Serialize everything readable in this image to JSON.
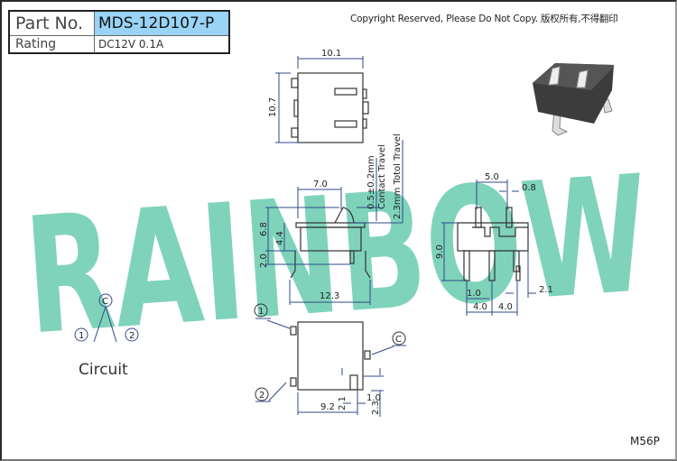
{
  "header": {
    "part_no_label": "Part No.",
    "part_no_value": "MDS-12D107-P",
    "rating_label": "Rating",
    "rating_value": "DC12V 0.1A",
    "copyright": "Copyright Reserved, Please Do Not Copy. 版权所有,不得翻印"
  },
  "watermark": "RAINBOW",
  "top_view": {
    "width": "10.1",
    "height": "10.7"
  },
  "side_view": {
    "actuator_width": "7.0",
    "height_total": "6.8",
    "height_body": "4.4",
    "leg_height": "2.0",
    "leg_span": "12.3",
    "contact_travel": "0.5±0.2mm",
    "contact_travel_label": "Contact Travel",
    "total_travel": "2.3mm Totol Travel"
  },
  "front_view": {
    "pitch_top": "5.0",
    "pin_width": "0.8",
    "height": "9.0",
    "pin_offset": "1.0",
    "pitch_left": "4.0",
    "pitch_right": "4.0",
    "side_offset": "2.1"
  },
  "bottom_view": {
    "pin1": "1",
    "pin2": "2",
    "pin_c": "C",
    "dim_a": "9.2",
    "dim_b": "2.1",
    "dim_c": "1.0",
    "dim_d": "2.3"
  },
  "circuit": {
    "label": "Circuit",
    "pin1": "1",
    "pin2": "2",
    "pin_c": "C"
  },
  "footer": {
    "model": "M56P"
  },
  "colors": {
    "watermark": "#7fd3bb",
    "highlight": "#99d3f5",
    "dimension": "#2f4a8a"
  }
}
